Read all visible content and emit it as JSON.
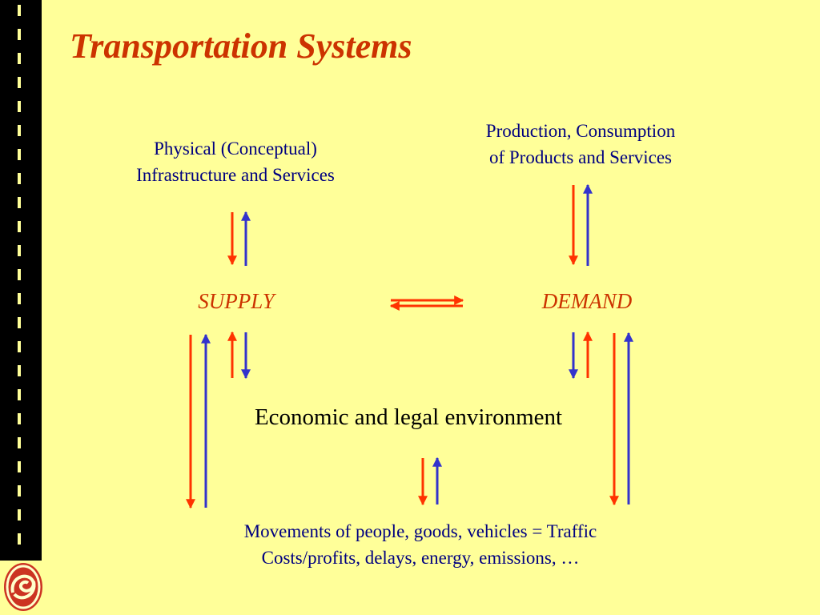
{
  "slide": {
    "title": "Transportation Systems"
  },
  "nodes": {
    "infrastructure": {
      "line1": "Physical (Conceptual)",
      "line2": "Infrastructure and Services"
    },
    "production": {
      "line1": "Production, Consumption",
      "line2": "of Products and Services"
    },
    "supply": "SUPPLY",
    "demand": "DEMAND",
    "environment": "Economic and legal environment",
    "traffic": {
      "line1": "Movements of people, goods, vehicles = Traffic",
      "line2": "Costs/profits, delays, energy, emissions, …"
    }
  },
  "colors": {
    "background": "#ffff99",
    "title": "#cc3300",
    "text": "#000080",
    "arrow_red": "#ff3300",
    "arrow_blue": "#3333cc"
  },
  "icons": {
    "logo": "circular-logo-icon"
  }
}
